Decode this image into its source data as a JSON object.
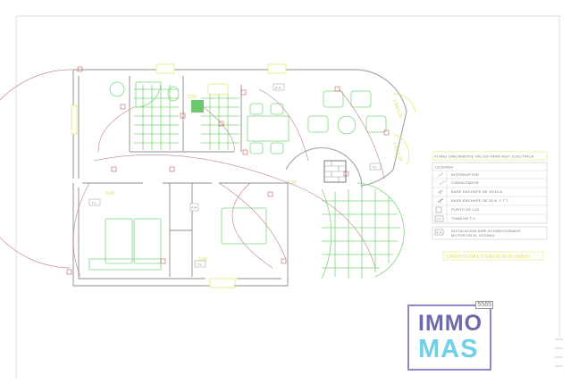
{
  "legend": {
    "note": "PLANO UNICAMENTE VALIDO PARA INST. ELECTRICA",
    "title": "LEYENDA",
    "items": [
      {
        "icon": "switch-icon",
        "label": "INTERRUPTOR"
      },
      {
        "icon": "two-way-switch-icon",
        "label": "CONMUTADOR"
      },
      {
        "icon": "socket-10-16a-icon",
        "label": "BASE ENCHUFE DE 10/16 A."
      },
      {
        "icon": "socket-25a-icon",
        "label": "BASE ENCHUFE DE 25 A. Y T.T."
      },
      {
        "icon": "light-point-icon",
        "label": "PUNTO DE LUZ"
      },
      {
        "icon": "tv-socket-icon",
        "label": "TOMA DE T.V.",
        "symbol": "T.V"
      }
    ],
    "ac": {
      "symbol": "A.A",
      "line1": "INSTALACION AIRE ACONDICIONADO",
      "line2": "MOTOR EN EL SOTANO"
    },
    "carpentry": "CARPINTERIA EXTERIOR DE ALUMINIO"
  },
  "plan": {
    "tags": {
      "tv": "T.V",
      "ac": "A.A"
    },
    "dims": [
      "1.60x1.20",
      "1.60x1.20",
      "1.20",
      "3.00",
      "3.00",
      "2.00"
    ]
  },
  "logo": {
    "line1": "IMMO",
    "line2": "MAS",
    "ref": "5565"
  },
  "colors": {
    "walls": "#a8a8a8",
    "fixtures": "#7fd67f",
    "dimensions": "#e8e870",
    "circuits": "#c08080",
    "logo_primary": "#6e6aa8",
    "logo_accent": "#6fd0e8"
  }
}
